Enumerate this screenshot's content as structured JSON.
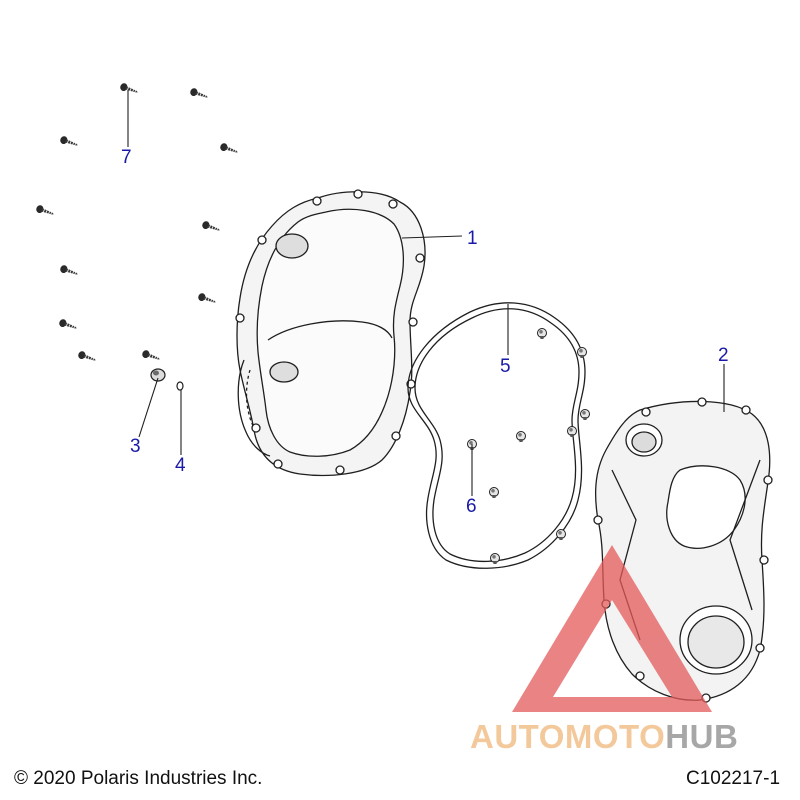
{
  "diagram": {
    "callouts": [
      {
        "id": "c1",
        "label": "1"
      },
      {
        "id": "c2",
        "label": "2"
      },
      {
        "id": "c3",
        "label": "3"
      },
      {
        "id": "c4",
        "label": "4"
      },
      {
        "id": "c5",
        "label": "5"
      },
      {
        "id": "c6",
        "label": "6"
      },
      {
        "id": "c7",
        "label": "7"
      }
    ],
    "callout_color": "#1a1aa8",
    "line_color": "#1f1f1f"
  },
  "watermark": {
    "part1": "AUTOMOTO",
    "part2": "HUB",
    "color1": "#f0b87a",
    "color2": "#8a8a8a",
    "logo_color": "#e45a5a"
  },
  "footer": {
    "copyright": "© 2020 Polaris Industries Inc.",
    "ref": "C102217-1"
  }
}
